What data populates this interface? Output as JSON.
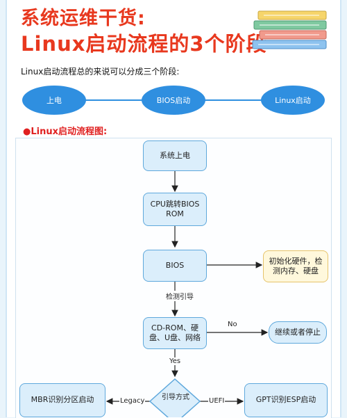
{
  "header": {
    "title_line1": "系统运维干货:",
    "title_line2": "Linux启动流程的3个阶段"
  },
  "intro_text": "Linux启动流程总的来说可以分成三个阶段:",
  "stages": [
    "上电",
    "BIOS启动",
    "Linux启动"
  ],
  "section_title": "●Linux启动流程图:",
  "flow": {
    "nodes": {
      "power_on": "系统上电",
      "cpu_jump": "CPU跳转BIOS ROM",
      "bios": "BIOS",
      "init_hw": "初始化硬件，检测内存、硬盘",
      "detect_boot": "CD-ROM、硬盘、U盘、网络",
      "continue_stop": "继续或者停止",
      "boot_mode": "引导方式",
      "mbr": "MBR识别分区启动",
      "gpt": "GPT识别ESP启动"
    },
    "edge_labels": {
      "detect": "检测引导",
      "no": "No",
      "yes": "Yes",
      "legacy": "Legacy",
      "uefi": "UEFI"
    }
  },
  "colors": {
    "title": "#e8381e",
    "stage_fill": "#2f8fe0",
    "node_fill": "#dbeefb",
    "node_border": "#5ea8dc",
    "note_fill": "#fff8dc"
  }
}
